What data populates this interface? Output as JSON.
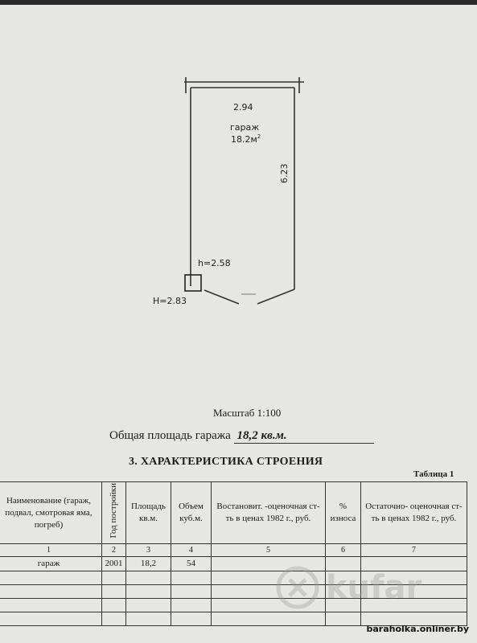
{
  "plan": {
    "width_label": "2.94",
    "room_name": "гараж",
    "room_area": "18.2м",
    "room_area_sup": "2",
    "length_label": "6.23",
    "gate_height_label": "h=2.58",
    "total_height_label": "H=2.83"
  },
  "scale_label": "Масштаб 1:100",
  "total_area": {
    "label": "Общая площадь гаража",
    "value": "18,2 кв.м."
  },
  "section_title": "3. ХАРАКТЕРИСТИКА СТРОЕНИЯ",
  "table": {
    "label": "Таблица 1",
    "headers": [
      "Наименование (гараж, подвал, смотровая яма, погреб)",
      "Год постройки",
      "Площадь кв.м.",
      "Объем куб.м.",
      "Востановит. -оценочная ст-ть в ценах 1982 г., руб.",
      "% износа",
      "Остаточно- оценочная ст-ть в ценах 1982 г., руб."
    ],
    "column_numbers": [
      "1",
      "2",
      "3",
      "4",
      "5",
      "6",
      "7"
    ],
    "rows": [
      [
        "гараж",
        "2001",
        "18,2",
        "54",
        "",
        "",
        ""
      ]
    ]
  },
  "watermark": "kufar",
  "site": "baraholka.onliner.by"
}
